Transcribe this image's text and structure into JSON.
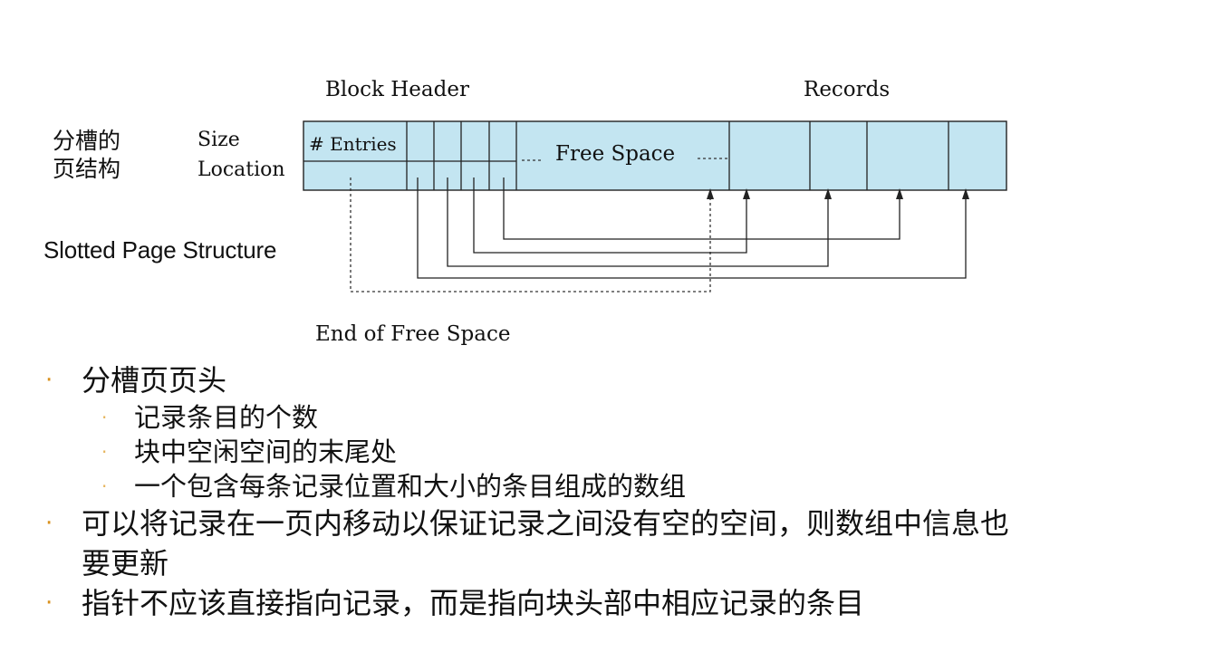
{
  "diagram": {
    "block_header_label": "Block Header",
    "records_label": "Records",
    "entries_label": "# Entries",
    "free_space_label": "Free Space",
    "end_free_space_label": "End of Free Space",
    "size_label": "Size",
    "location_label": "Location",
    "title_cn_line1": "分槽的",
    "title_cn_line2": "页结构",
    "title_en": "Slotted Page Structure",
    "fill_color": "#c3e5f1",
    "line_color": "#222222"
  },
  "bullets": [
    {
      "text": "分槽页页头",
      "children": [
        "记录条目的个数",
        "块中空闲空间的末尾处",
        "一个包含每条记录位置和大小的条目组成的数组"
      ]
    },
    {
      "text_line1": "可以将记录在一页内移动以保证记录之间没有空的空间，则数组中信息也",
      "text_line2": "要更新"
    },
    {
      "text": "指针不应该直接指向记录，而是指向块头部中相应记录的条目"
    }
  ]
}
